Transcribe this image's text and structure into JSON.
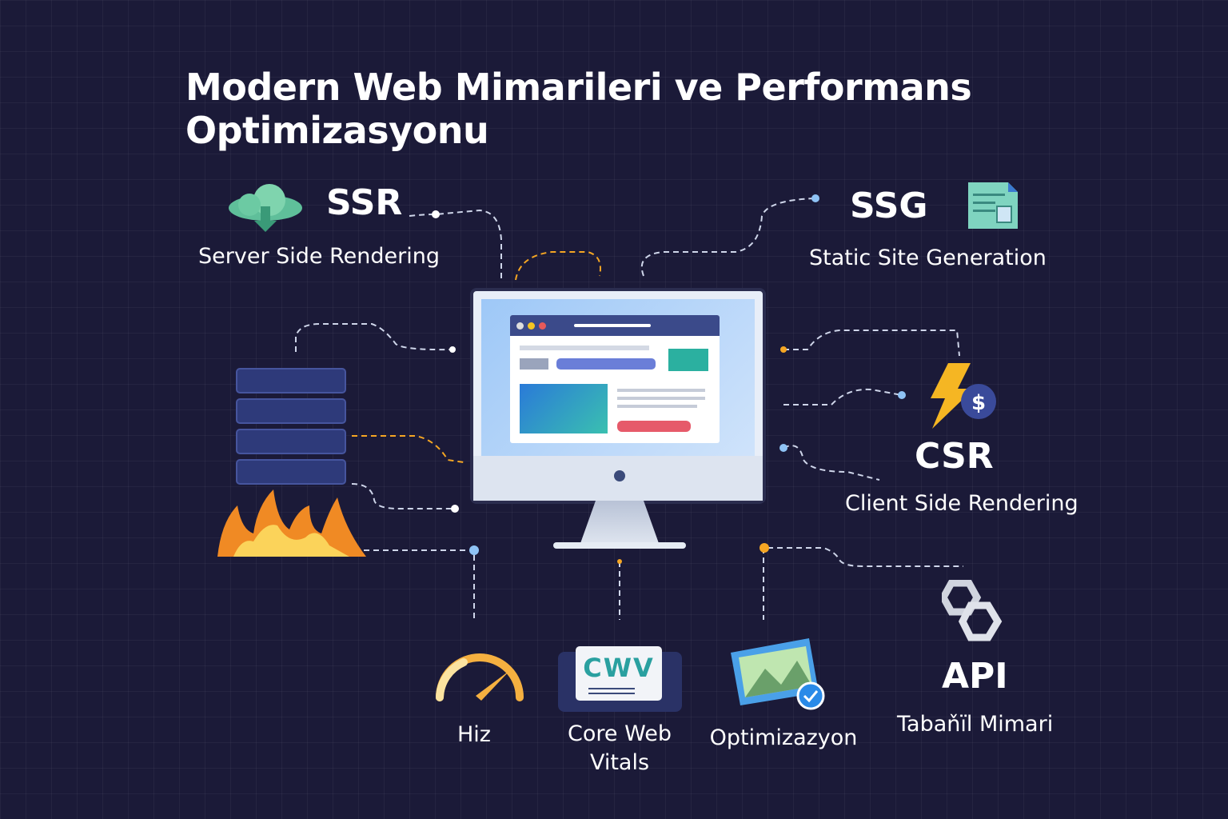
{
  "title": "Modern Web Mimarileri ve Performans Optimizasyonu",
  "ssr": {
    "abbr": "SSR",
    "name": "Server Side Rendering"
  },
  "ssg": {
    "abbr": "SSG",
    "name": "Static Site Generation"
  },
  "csr": {
    "abbr": "CSR",
    "name": "Client Side Rendering"
  },
  "api": {
    "abbr": "API",
    "name": "Tabaňïl Mimari"
  },
  "bottom": {
    "speed": "Hiz",
    "cwv_line1": "Core Web",
    "cwv_line2": "Vitals",
    "cwv_logo": "CWV",
    "optimization": "Optimizazyon"
  },
  "colors": {
    "bg": "#1b1a38",
    "accent_orange": "#f5a623",
    "accent_blue": "#8fc3f5"
  }
}
